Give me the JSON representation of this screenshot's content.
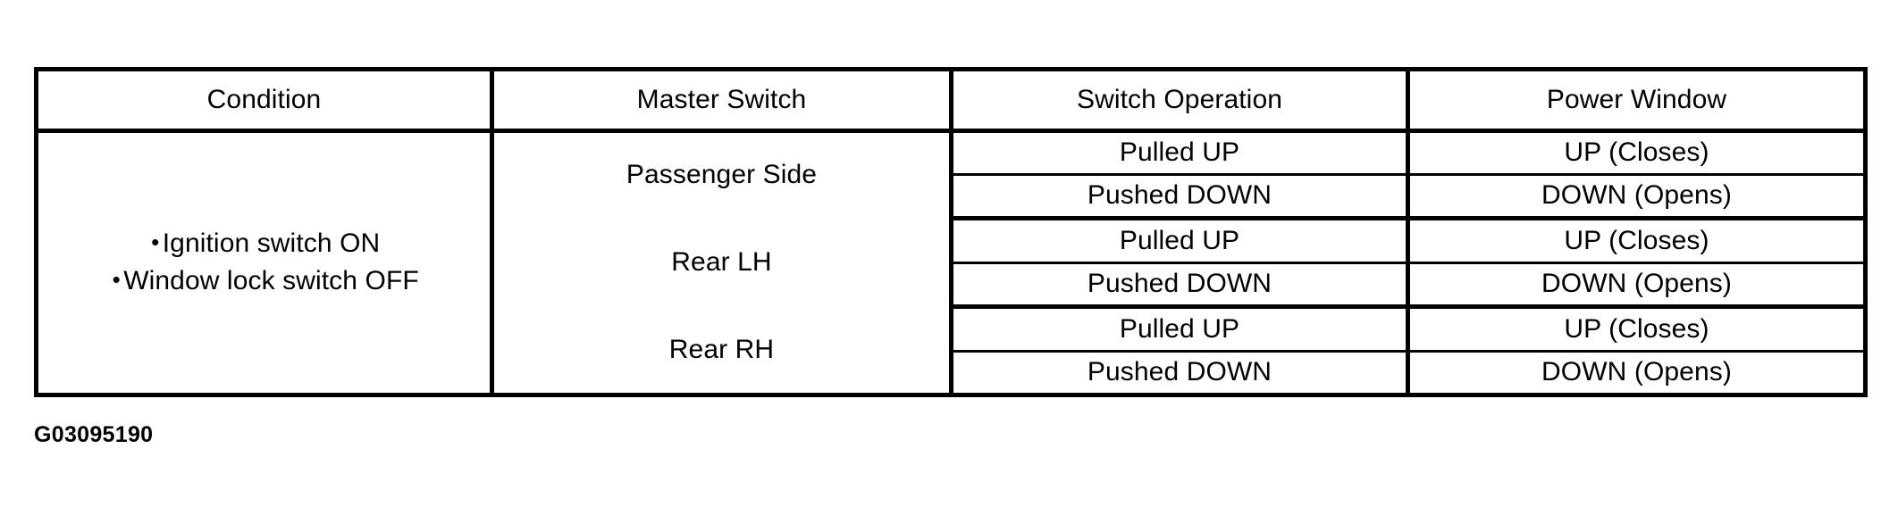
{
  "table": {
    "columns": [
      {
        "key": "condition",
        "label": "Condition"
      },
      {
        "key": "master_switch",
        "label": "Master Switch"
      },
      {
        "key": "switch_operation",
        "label": "Switch Operation"
      },
      {
        "key": "power_window",
        "label": "Power Window"
      }
    ],
    "condition": {
      "bullet_glyph": "•",
      "items": [
        "Ignition switch ON",
        "Window lock switch OFF"
      ]
    },
    "groups": [
      {
        "master_switch": "Passenger Side",
        "rows": [
          {
            "switch_operation": "Pulled UP",
            "power_window": "UP (Closes)"
          },
          {
            "switch_operation": "Pushed DOWN",
            "power_window": "DOWN (Opens)"
          }
        ]
      },
      {
        "master_switch": "Rear LH",
        "rows": [
          {
            "switch_operation": "Pulled UP",
            "power_window": "UP (Closes)"
          },
          {
            "switch_operation": "Pushed DOWN",
            "power_window": "DOWN (Opens)"
          }
        ]
      },
      {
        "master_switch": "Rear RH",
        "rows": [
          {
            "switch_operation": "Pulled UP",
            "power_window": "UP (Closes)"
          },
          {
            "switch_operation": "Pushed DOWN",
            "power_window": "DOWN (Opens)"
          }
        ]
      }
    ]
  },
  "caption": "G03095190",
  "colors": {
    "ink": "#000000",
    "paper": "#ffffff"
  }
}
